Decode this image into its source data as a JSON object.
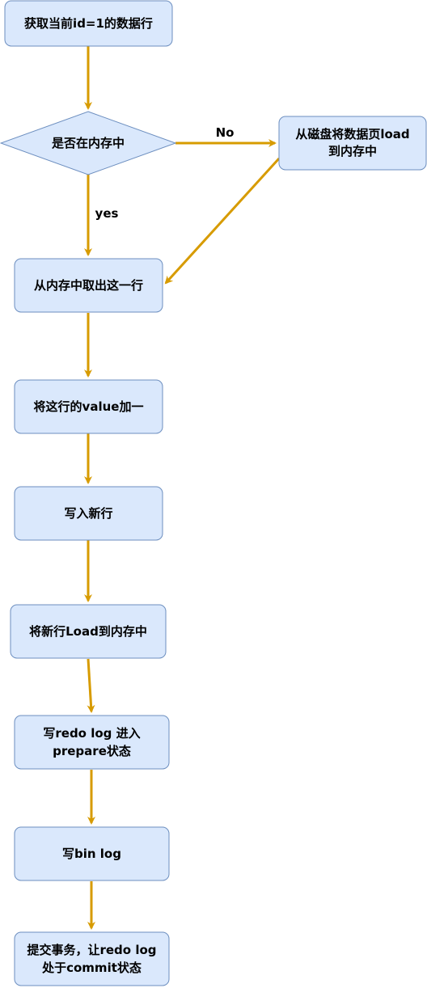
{
  "colors": {
    "node_fill": "#dae8fc",
    "node_stroke": "#6c8ebf",
    "arrow": "#d79b00",
    "text": "#000000"
  },
  "nodes": {
    "get_row": "获取当前id=1的数据行",
    "in_memory": "是否在内存中",
    "load_page_line1": "从磁盘将数据页load",
    "load_page_line2": "到内存中",
    "take_row": "从内存中取出这一行",
    "add_one": "将这行的value加一",
    "write_row": "写入新行",
    "load_row": "将新行Load到内存中",
    "redo_prepare_line1": "写redo log 进入",
    "redo_prepare_line2": "prepare状态",
    "write_binlog": "写bin log",
    "commit_line1": "提交事务，让redo log",
    "commit_line2": "处于commit状态"
  },
  "edges": {
    "no_label": "No",
    "yes_label": "yes"
  }
}
